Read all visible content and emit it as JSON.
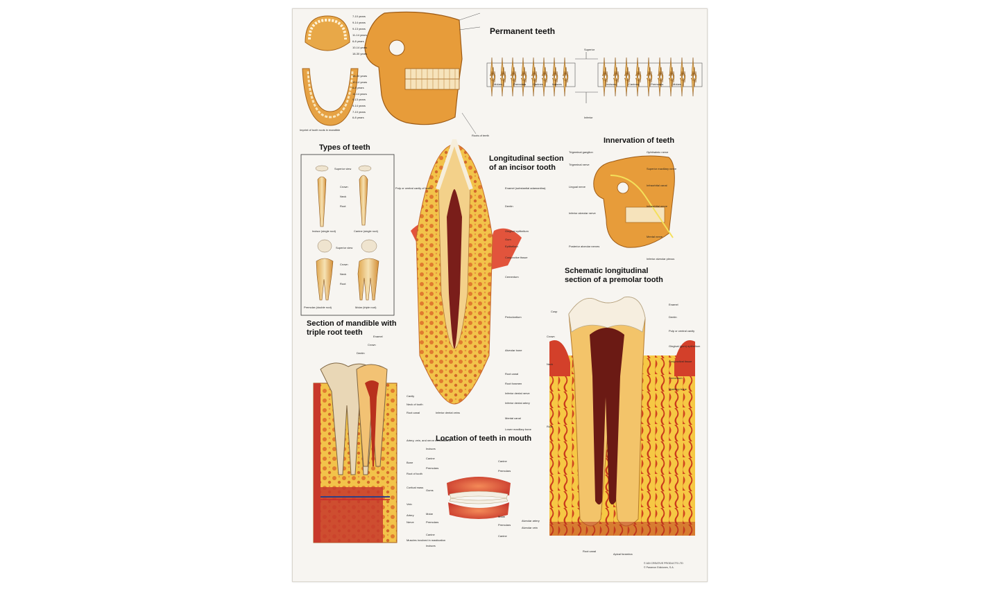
{
  "colors": {
    "bone": "#e9a640",
    "bone_dark": "#b86d1c",
    "enamel": "#f3ece0",
    "pulp": "#7a1e1a",
    "gum": "#d9523a",
    "marrow": "#f2c34a",
    "paper": "#f7f5f1"
  },
  "titles": {
    "permanent": "Permanent teeth",
    "types": "Types of teeth",
    "longitudinal": "Longitudinal section\nof an incisor tooth",
    "innervation": "Innervation of teeth",
    "schematic": "Schematic longitudinal\nsection of a premolar tooth",
    "mandible": "Section of mandible with\ntriple root teeth",
    "location": "Location of teeth in mouth"
  },
  "labels": {
    "ages_upper": [
      "7-10 years",
      "9-14 years",
      "9-13 years",
      "11-14 years",
      "6-8 years",
      "10-14 years",
      "18-30 years"
    ],
    "ages_lower": [
      "18-30 years",
      "10-14 years",
      "6-8 years",
      "11-14 years",
      "9-13 years",
      "9-14 years",
      "7-10 years",
      "6-8 years"
    ],
    "imprint": "Imprint of tooth roots in mandible",
    "roots_of_teeth": "Roots of teeth",
    "permanent_teeth_vertical": "Permanent teeth",
    "superior": "Superior",
    "inferior": "Inferior",
    "row_left": [
      "Molars",
      "Premolars",
      "Canines",
      "Incisors"
    ],
    "row_right": [
      "Incisors",
      "Canines",
      "Premolars",
      "Molars"
    ],
    "types": {
      "superior_view": "Superior view",
      "crown": "Crown",
      "neck": "Neck",
      "root": "Root",
      "incisor": "Incisor (single root)",
      "canine": "Canine (single root)",
      "premolar": "Premolar (double root)",
      "molar": "Molar (triple root)"
    },
    "incisor_left": [
      "Pulp or central cavity of tooth"
    ],
    "incisor_right": [
      "Enamel (substantial adamantina)",
      "Dentin",
      "Gingival epithelium",
      "Gum",
      "Epithelium",
      "Conjunctive tissue",
      "Cementum",
      "Periodontium",
      "Alveolar bone",
      "Root canal",
      "Root foramen",
      "Inferior dental nerve",
      "Inferior dental artery",
      "Mental canal",
      "Lower maxillary bone"
    ],
    "incisor_bottom": "Inferior dental veins",
    "innervation_left": [
      "Trigeminal ganglion",
      "Trigeminal nerve",
      "Lingual nerve",
      "Inferior alveolar nerve",
      "Posterior alveolar nerves"
    ],
    "innervation_right": [
      "Ophthalmic nerve",
      "Superior maxillary nerve",
      "Infraorbital canal",
      "Infraorbital nerve",
      "Mental nerve",
      "Inferior alveolar plexus"
    ],
    "schematic_left": [
      "Cusp",
      "Crown",
      "Neck",
      "Root",
      "Alveolar artery",
      "Alveolar vein"
    ],
    "schematic_right": [
      "Enamel",
      "Dentin",
      "Pulp or central cavity",
      "Gingival (gum) epithelium",
      "Conjunctival tissue",
      "Cementum",
      "Maxillary bone"
    ],
    "schematic_bottom": [
      "Root canal",
      "Apical foramina"
    ],
    "mandible_top": [
      "Enamel",
      "Crown",
      "Dentin"
    ],
    "mandible_right": [
      "Cavity",
      "Neck of tooth",
      "Root canal",
      "Artery, vein, and nerve ramifications",
      "Bone",
      "Root of tooth",
      "Cortical mass",
      "Vein",
      "Artery",
      "Nerve",
      "Muscles involved in mastication"
    ],
    "location_left": [
      "Incisors",
      "Canine",
      "Premolars",
      "Gums",
      "Molar",
      "Premolars",
      "Canine",
      "Incisors"
    ],
    "location_right": [
      "Canine",
      "Premolars",
      "Molar",
      "Premolars",
      "Canine"
    ]
  },
  "credits": [
    "© ADI CREATIVE PRODUCTS LTD",
    "© Paramon Ediciones, S.A."
  ]
}
